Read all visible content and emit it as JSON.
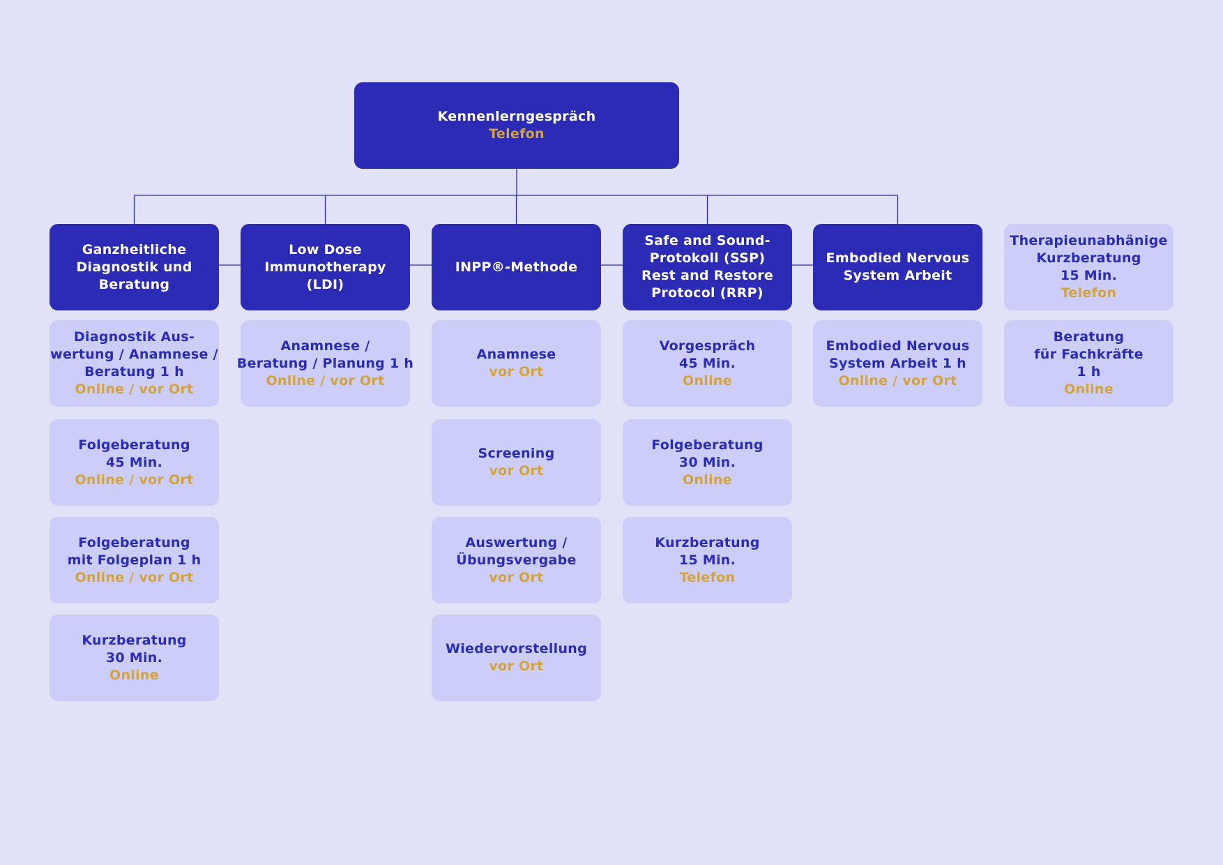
{
  "colors": {
    "background": "#e1e2f8",
    "dark_box": "#2b2bb5",
    "light_box": "#cccdf8",
    "dark_text": "#2b2bb5",
    "accent": "#d4a33a",
    "line": "#2b2bb5"
  },
  "root": {
    "title": "Kennenlerngespräch",
    "sub": "Telefon"
  },
  "columns": [
    {
      "header": {
        "lines": [
          "Ganzheitliche",
          "Diagnostik und",
          "Beratung"
        ],
        "sub": ""
      },
      "items": [
        {
          "lines": [
            "Diagnostik Aus-",
            "wertung / Anamnese /",
            "Beratung 1 h"
          ],
          "sub": "Online / vor Ort"
        },
        {
          "lines": [
            "Folgeberatung",
            "45 Min."
          ],
          "sub": "Online / vor Ort"
        },
        {
          "lines": [
            "Folgeberatung",
            "mit Folgeplan 1 h"
          ],
          "sub": "Online / vor Ort"
        },
        {
          "lines": [
            "Kurzberatung",
            "30 Min."
          ],
          "sub": "Online"
        }
      ]
    },
    {
      "header": {
        "lines": [
          "Low Dose",
          "Immunotherapy",
          "(LDI)"
        ],
        "sub": ""
      },
      "items": [
        {
          "lines": [
            "Anamnese /",
            "Beratung / Planung 1 h"
          ],
          "sub": "Online / vor Ort"
        }
      ]
    },
    {
      "header": {
        "lines": [
          "INPP®-Methode"
        ],
        "sub": ""
      },
      "items": [
        {
          "lines": [
            "Anamnese"
          ],
          "sub": "vor Ort"
        },
        {
          "lines": [
            "Screening"
          ],
          "sub": "vor Ort"
        },
        {
          "lines": [
            "Auswertung /",
            "Übungsvergabe"
          ],
          "sub": "vor Ort"
        },
        {
          "lines": [
            "Wiedervorstellung"
          ],
          "sub": "vor Ort"
        }
      ]
    },
    {
      "header": {
        "lines": [
          "Safe and Sound-",
          "Protokoll (SSP)",
          "Rest and Restore",
          "Protocol (RRP)"
        ],
        "sub": ""
      },
      "items": [
        {
          "lines": [
            "Vorgespräch",
            "45 Min."
          ],
          "sub": "Online"
        },
        {
          "lines": [
            "Folgeberatung",
            "30 Min."
          ],
          "sub": "Online"
        },
        {
          "lines": [
            "Kurzberatung",
            "15 Min."
          ],
          "sub": "Telefon"
        }
      ]
    },
    {
      "header": {
        "lines": [
          "Embodied Nervous",
          "System Arbeit"
        ],
        "sub": ""
      },
      "items": [
        {
          "lines": [
            "Embodied Nervous",
            "System Arbeit 1 h"
          ],
          "sub": "Online / vor Ort"
        }
      ]
    },
    {
      "header": {
        "lines": [
          "Therapieunabhänige",
          "Kurzberatung",
          "15 Min."
        ],
        "sub": "Telefon",
        "light": true
      },
      "items": [
        {
          "lines": [
            "Beratung",
            "für Fachkräfte",
            "1 h"
          ],
          "sub": "Online"
        }
      ]
    }
  ]
}
